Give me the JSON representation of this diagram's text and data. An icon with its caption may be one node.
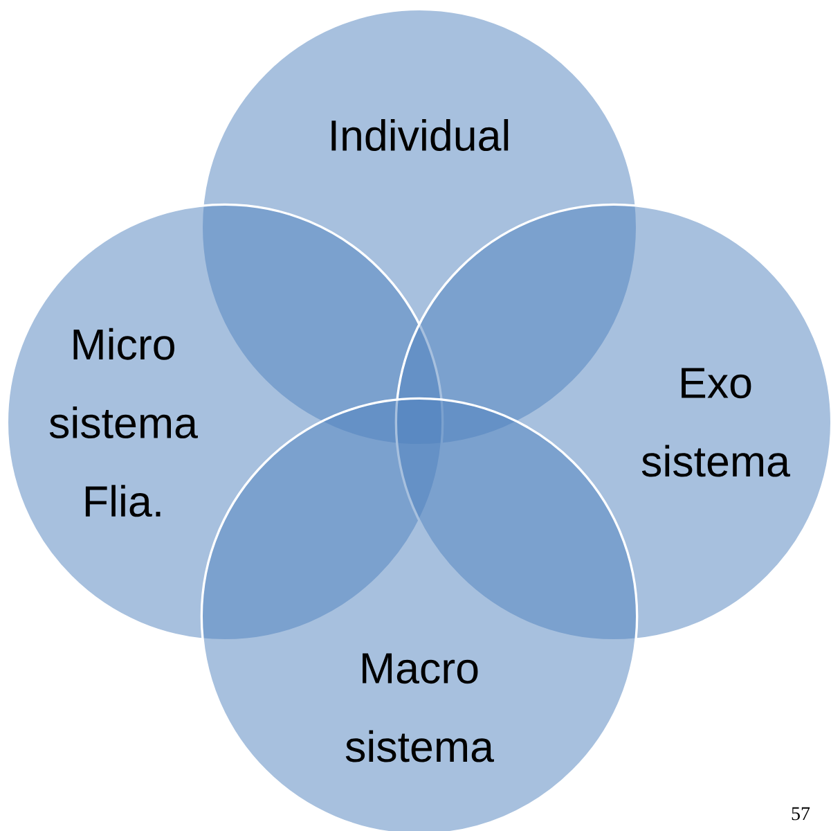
{
  "diagram": {
    "nodes": [
      {
        "text": [
          "Individual"
        ]
      },
      {
        "text": [
          "Micro sistema Flia."
        ]
      },
      {
        "text": [
          "Exo sistema"
        ]
      },
      {
        "text": [
          "Macro sistema"
        ]
      }
    ],
    "labels": [
      "57"
    ]
  }
}
